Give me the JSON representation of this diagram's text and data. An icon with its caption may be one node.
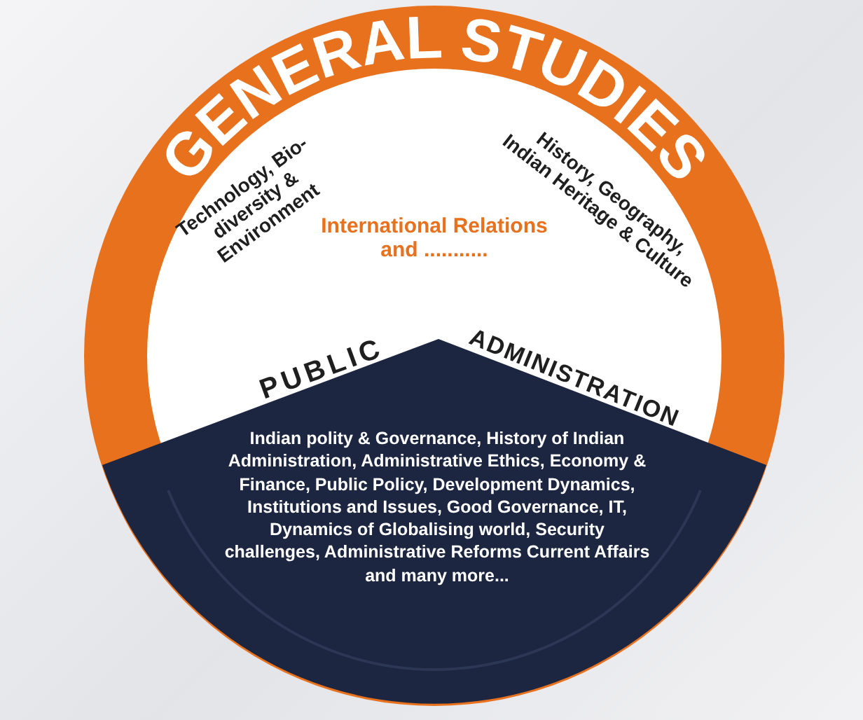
{
  "diagram": {
    "nodes": [
      {
        "text": [
          "GENERAL STUDIES",
          "Technology, Bio-diversity & Environment",
          "History, Geography, Indian Heritage & Culture",
          "International Relations and ..........."
        ]
      },
      {
        "text": [
          "PUBLIC",
          "ADMINISTRATION",
          "Indian polity & Governance, History of Indian Administration, Administrative Ethics, Economy & Finance, Public Policy, Development Dynamics, Institutions and Issues, Good Governance, IT, Dynamics of Globalising world, Security challenges, Administrative Reforms Current Affairs and many more..."
        ],
        "in": 0
      }
    ]
  }
}
